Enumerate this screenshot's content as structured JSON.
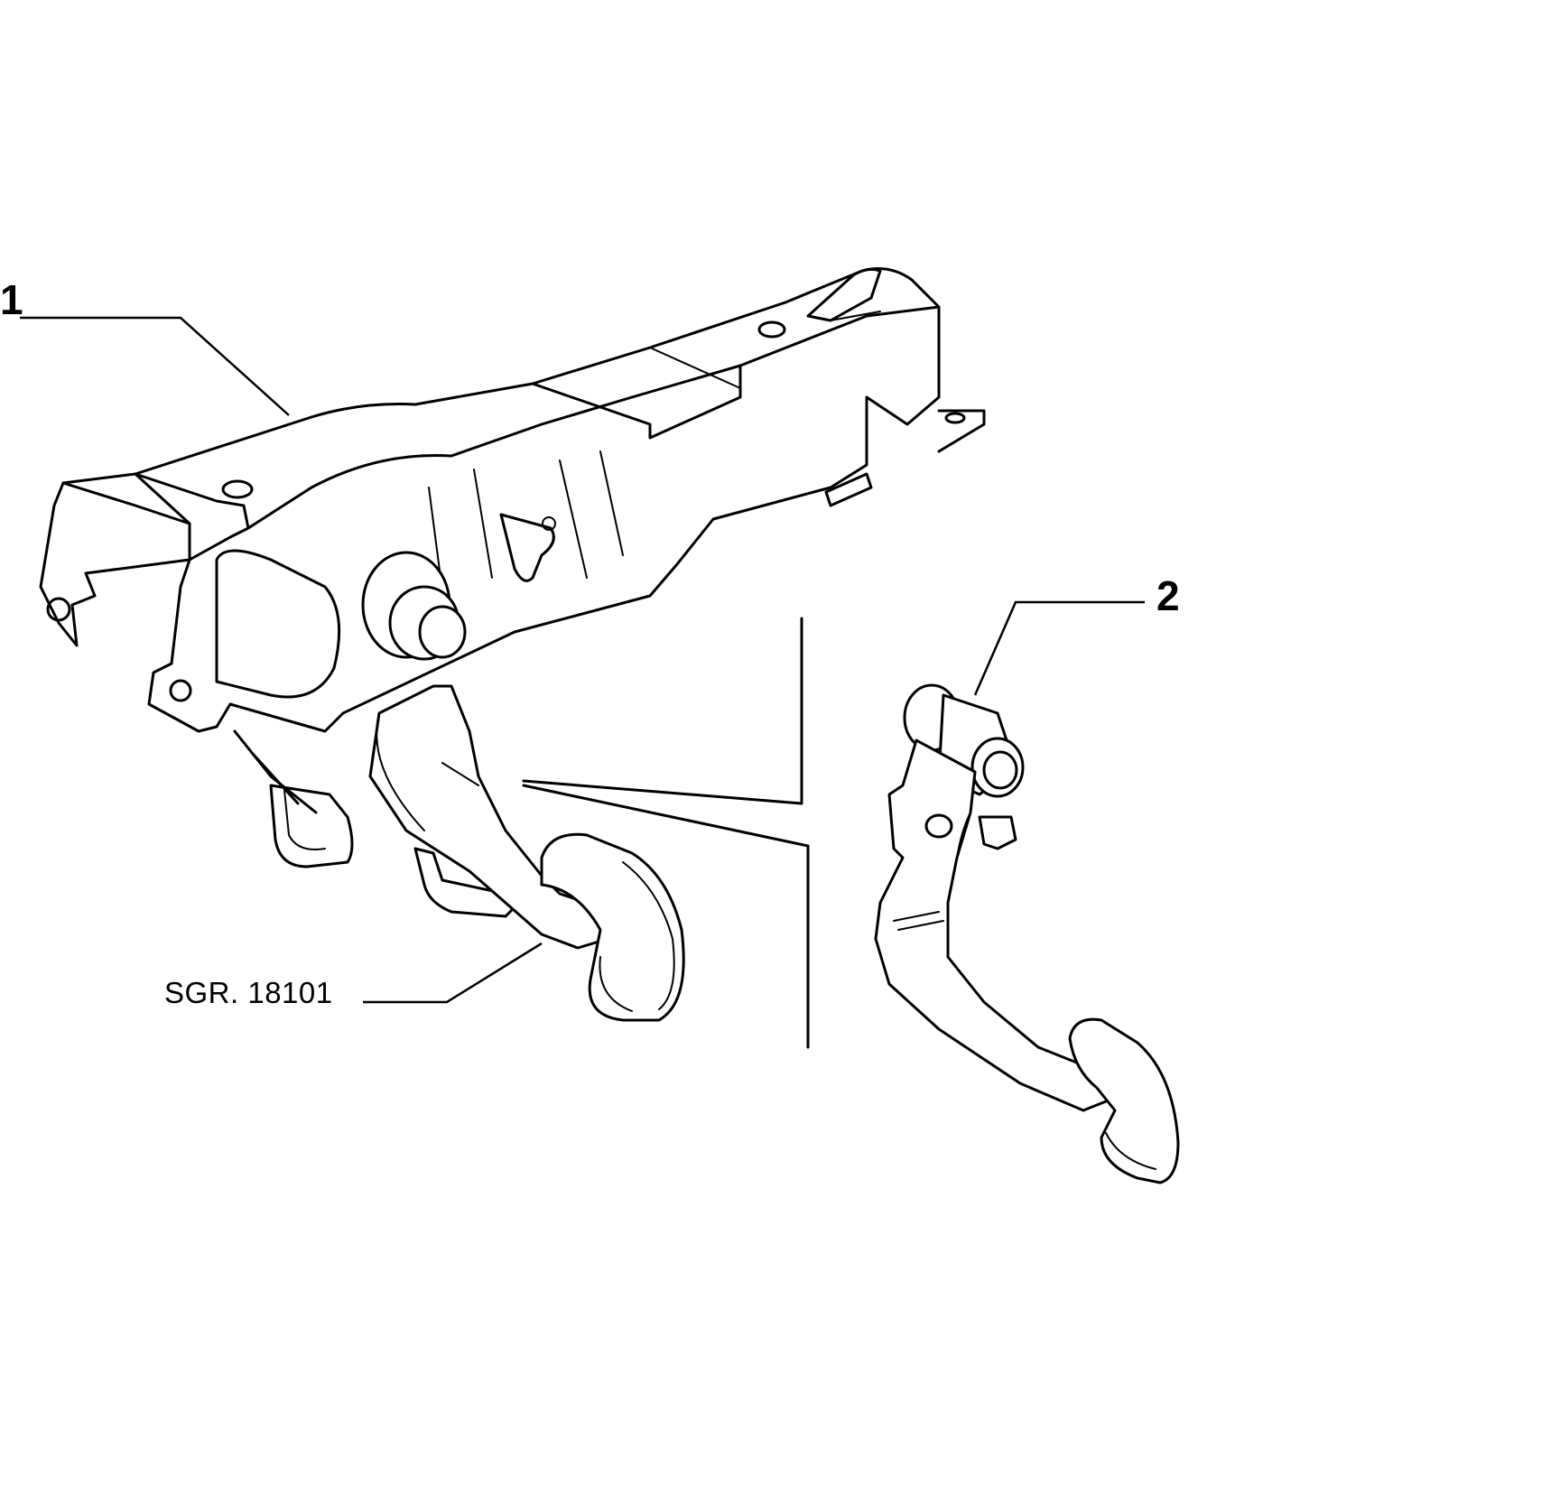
{
  "callouts": {
    "part_1": "1",
    "part_2": "2"
  },
  "reference": {
    "label": "SGR. 18101"
  }
}
